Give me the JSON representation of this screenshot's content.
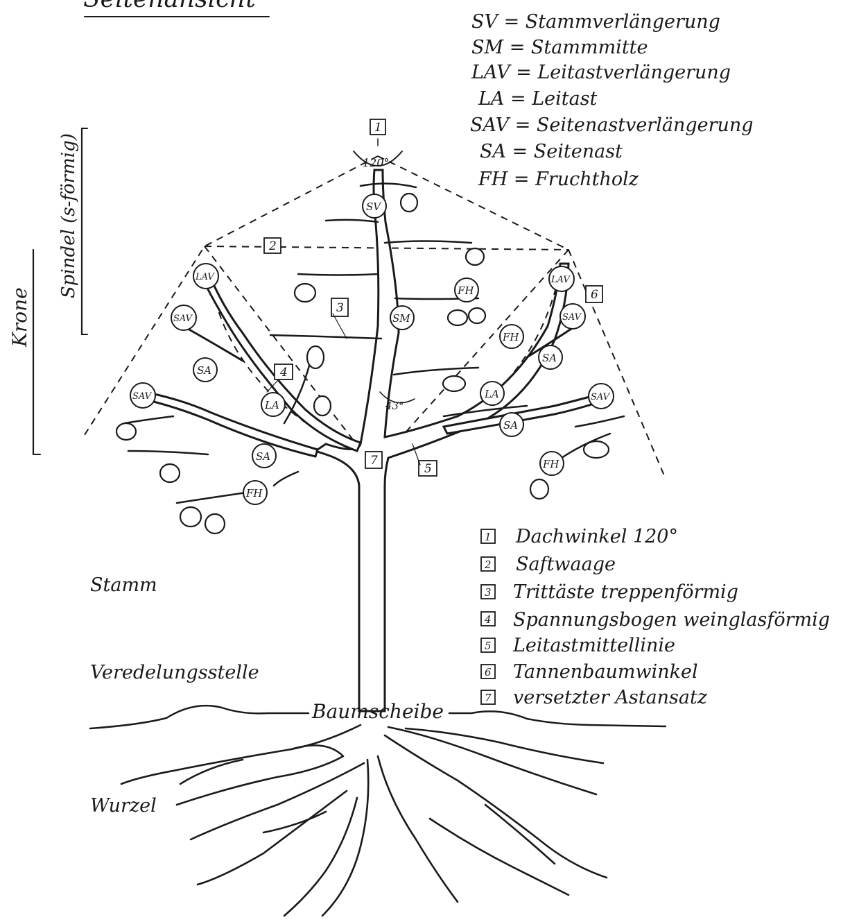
{
  "title_fragment": "Seitenansicht",
  "abbreviations": [
    {
      "code": "SV",
      "text": "SV = Stammverlängerung"
    },
    {
      "code": "SM",
      "text": "SM = Stammmitte"
    },
    {
      "code": "LAV",
      "text": "LAV = Leitastverlängerung"
    },
    {
      "code": "LA",
      "text": "LA = Leitast"
    },
    {
      "code": "SAV",
      "text": "SAV = Seitenastverlängerung"
    },
    {
      "code": "SA",
      "text": "SA = Seitenast"
    },
    {
      "code": "FH",
      "text": "FH = Fruchtholz"
    }
  ],
  "numbered_legend": [
    {
      "num": "1",
      "text": "Dachwinkel 120°"
    },
    {
      "num": "2",
      "text": "Saftwaage"
    },
    {
      "num": "3",
      "text": "Trittäste treppenförmig"
    },
    {
      "num": "4",
      "text": "Spannungsbogen weinglasförmig"
    },
    {
      "num": "5",
      "text": "Leitastmittellinie"
    },
    {
      "num": "6",
      "text": "Tannenbaumwinkel"
    },
    {
      "num": "7",
      "text": "versetzter Astansatz"
    }
  ],
  "side_labels": {
    "krone": "Krone",
    "spindel": "Spindel (s-förmig)",
    "stamm": "Stamm",
    "veredelung": "Veredelungsstelle",
    "baumscheibe": "Baumscheibe",
    "wurzel": "Wurzel"
  },
  "angles": {
    "top": "120°",
    "inner": "43°"
  },
  "markers": {
    "sv": "SV",
    "sm": "SM",
    "lav": "LAV",
    "la": "LA",
    "sav": "SAV",
    "sa": "SA",
    "fh": "FH",
    "n1": "1",
    "n2": "2",
    "n3": "3",
    "n4": "4",
    "n5": "5",
    "n6": "6",
    "n7": "7"
  }
}
